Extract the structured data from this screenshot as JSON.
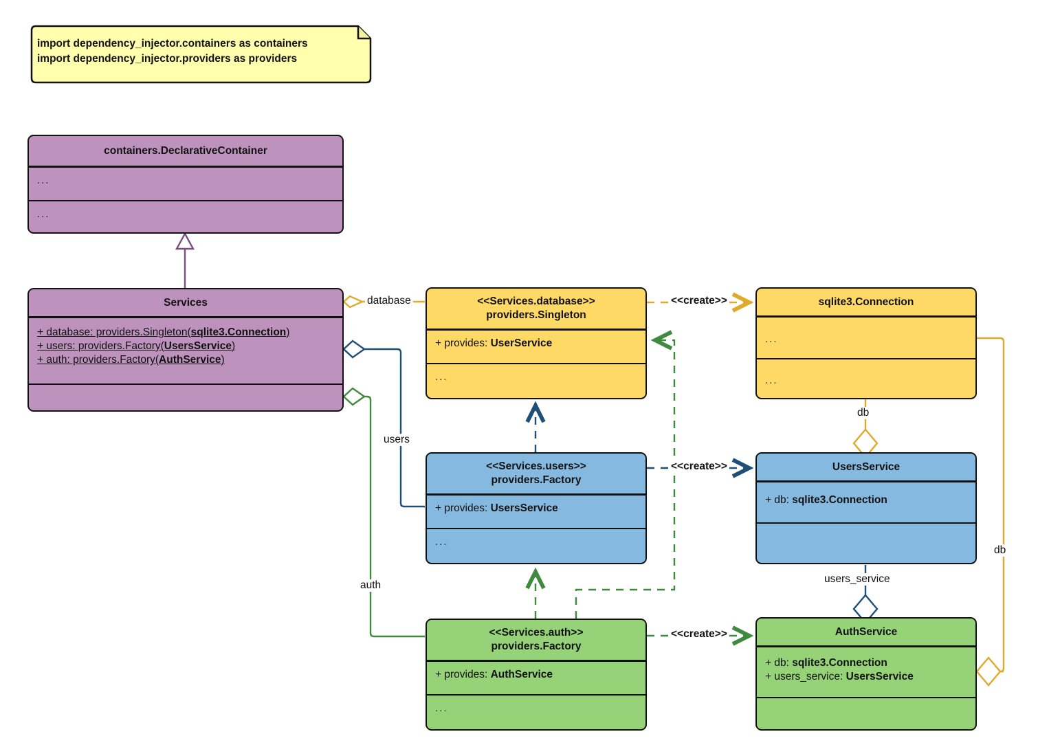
{
  "diagram": {
    "type": "uml-class-diagram",
    "title": "dependency_injector containers and providers UML class diagram",
    "colors": {
      "container": "#bd93bd",
      "database": "#ffd966",
      "users": "#85b9e0",
      "auth": "#96d278",
      "note": "#ffffad",
      "outline": "#111111",
      "edge_database": "#e0a92b",
      "edge_users": "#1f4e79",
      "edge_auth": "#3f8a3f"
    }
  },
  "note": {
    "name": "imports-note",
    "lines": [
      "import dependency_injector.containers as containers",
      "import dependency_injector.providers as providers"
    ]
  },
  "classes": {
    "declarative_container": {
      "title": "containers.DeclarativeContainer",
      "attributes": "...",
      "methods": "..."
    },
    "services": {
      "title": "Services",
      "attributes": [
        {
          "prefix": "+ database: providers.Singleton(",
          "type": "sqlite3.Connection",
          "suffix": ")"
        },
        {
          "prefix": "+ users: providers.Factory(",
          "type": "UsersService",
          "suffix": ")"
        },
        {
          "prefix": "+ auth: providers.Factory(",
          "type": "AuthService",
          "suffix": ")"
        }
      ],
      "methods": ""
    },
    "services_database": {
      "stereotype": "<<Services.database>>",
      "title": "providers.Singleton",
      "attribute_prefix": "+ provides: ",
      "attribute_type": "UserService",
      "methods": "..."
    },
    "sqlite3_connection": {
      "title": "sqlite3.Connection",
      "attributes": "...",
      "methods": "..."
    },
    "services_users": {
      "stereotype": "<<Services.users>>",
      "title": "providers.Factory",
      "attribute_prefix": "+ provides: ",
      "attribute_type": "UsersService",
      "methods": "..."
    },
    "users_service": {
      "title": "UsersService",
      "attribute_prefix": "+ db: ",
      "attribute_type": "sqlite3.Connection",
      "methods": ""
    },
    "services_auth": {
      "stereotype": "<<Services.auth>>",
      "title": "providers.Factory",
      "attribute_prefix": "+ provides: ",
      "attribute_type": "AuthService",
      "methods": "..."
    },
    "auth_service": {
      "title": "AuthService",
      "attributes": [
        {
          "prefix": "+ db: ",
          "type": "sqlite3.Connection"
        },
        {
          "prefix": "+ users_service: ",
          "type": "UsersService"
        }
      ],
      "methods": ""
    }
  },
  "edges": {
    "generalization_services_to_container": {
      "label": ""
    },
    "aggregation_database": {
      "label": "database"
    },
    "aggregation_users": {
      "label": "users"
    },
    "aggregation_auth": {
      "label": "auth"
    },
    "create_database": {
      "label": "<<create>>"
    },
    "create_users": {
      "label": "<<create>>"
    },
    "create_auth": {
      "label": "<<create>>"
    },
    "association_db_users": {
      "label": "db"
    },
    "association_db_auth": {
      "label": "db"
    },
    "association_users_service": {
      "label": "users_service"
    }
  }
}
